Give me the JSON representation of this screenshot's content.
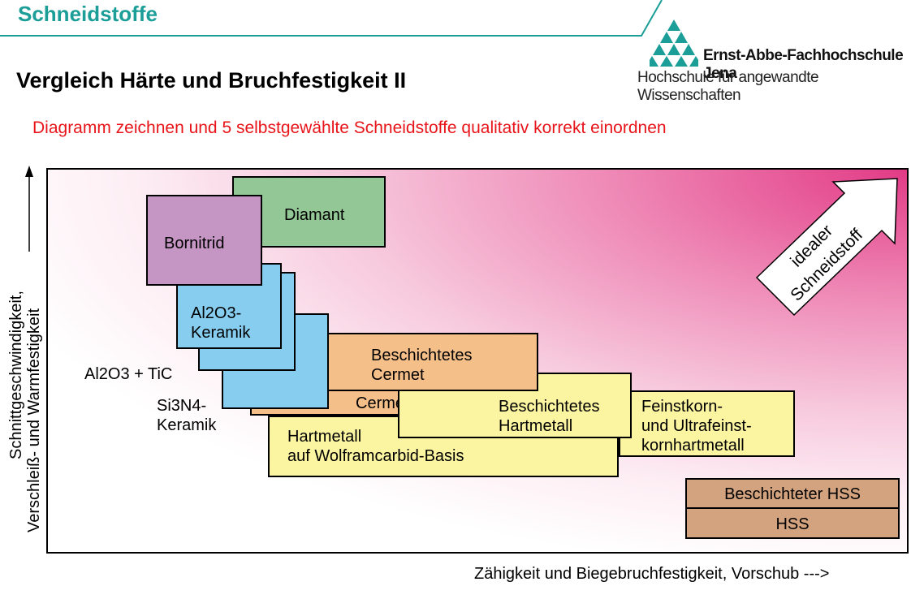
{
  "header": {
    "section_title": "Schneidstoffe",
    "slide_title": "Vergleich Härte und Bruchfestigkeit II",
    "logo_name": "Ernst-Abbe-Fachhochschule Jena",
    "logo_subtitle": "Hochschule für angewandte Wissenschaften",
    "task": "Diagramm zeichnen und 5 selbstgewählte Schneidstoffe qualitativ korrekt einordnen"
  },
  "colors": {
    "teal": "#1a9e97",
    "task_red": "#e8141a",
    "diamant": "#93c896",
    "bornitrid": "#c595c4",
    "keramik": "#86cdf0",
    "cermet": "#f5bf8a",
    "hartmetall": "#fbf4a0",
    "hss": "#d2a37e",
    "magenta": "#e23b86"
  },
  "axes": {
    "y_label_line1": "Schnittgeschwindigkeit,",
    "y_label_line2": "Verschleiß- und Warmfestigkeit",
    "x_label": "Zähigkeit und Biegebruchfestigkeit, Vorschub --->"
  },
  "materials": {
    "diamant": "Diamant",
    "bornitrid": "Bornitrid",
    "al2o3_line1": "Al2O3-",
    "al2o3_line2": "Keramik",
    "al2o3_tic": "Al2O3 + TiC",
    "si3n4_line1": "Si3N4-",
    "si3n4_line2": "Keramik",
    "beschichtetes_cermet_line1": "Beschichtetes",
    "beschichtetes_cermet_line2": "Cermet",
    "cermet": "Cermet",
    "beschichtetes_hm_line1": "Beschichtetes",
    "beschichtetes_hm_line2": "Hartmetall",
    "feinstkorn_line1": "Feinstkorn-",
    "feinstkorn_line2": "und Ultrafeinst-",
    "feinstkorn_line3": "kornhartmetall",
    "hartmetall_line1": "Hartmetall",
    "hartmetall_line2": "auf Wolframcarbid-Basis",
    "beschichteter_hss": "Beschichteter HSS",
    "hss": "HSS"
  },
  "ideal_arrow": {
    "line1": "idealer",
    "line2": "Schneidstoff"
  }
}
